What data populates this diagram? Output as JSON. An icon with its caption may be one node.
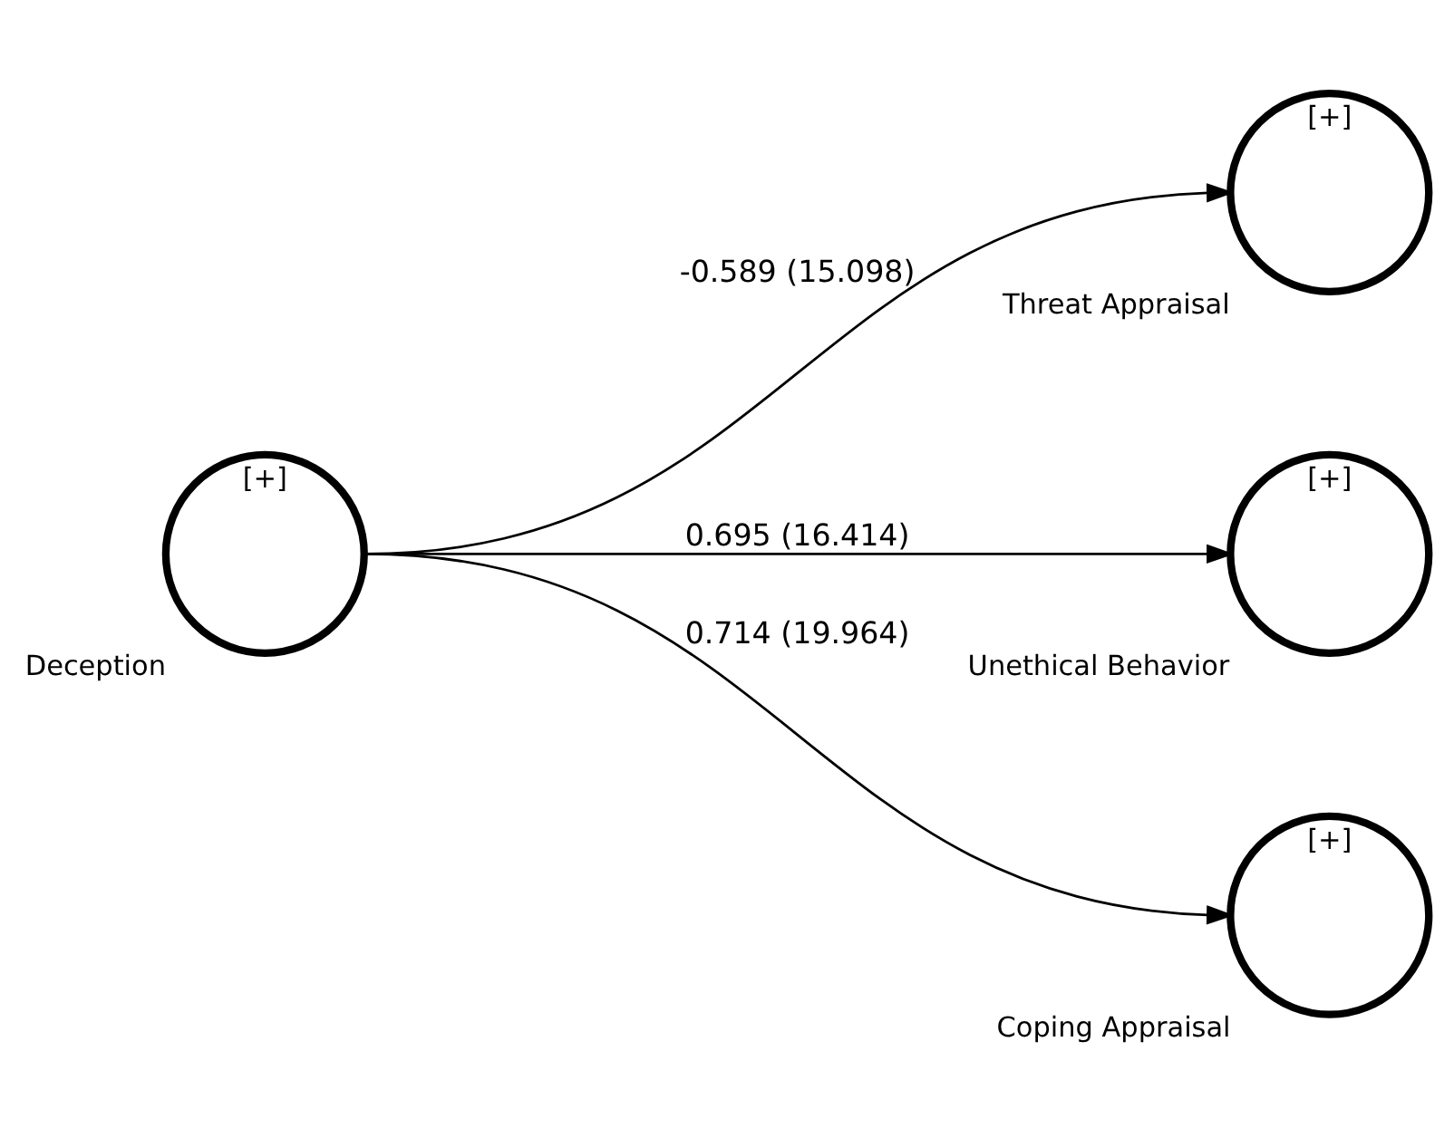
{
  "diagram": {
    "nodes": [
      {
        "text": [
          "[+]"
        ],
        "beside": [
          "Threat Appraisal"
        ]
      },
      {
        "text": [
          "[+]"
        ],
        "beside": [
          "Deception"
        ]
      },
      {
        "text": [
          "[+]"
        ],
        "beside": [
          "Unethical Behavior"
        ]
      },
      {
        "text": [
          "[+]"
        ],
        "beside": [
          "Coping Appraisal"
        ]
      }
    ],
    "edges": [
      {
        "from": 1,
        "to": 0,
        "arrow": "to",
        "label": "-0.589 (15.098)"
      },
      {
        "from": 1,
        "to": 2,
        "arrow": "to",
        "label": "0.695 (16.414)"
      },
      {
        "from": 1,
        "to": 3,
        "arrow": "to",
        "label": "0.714 (19.964)"
      }
    ]
  }
}
